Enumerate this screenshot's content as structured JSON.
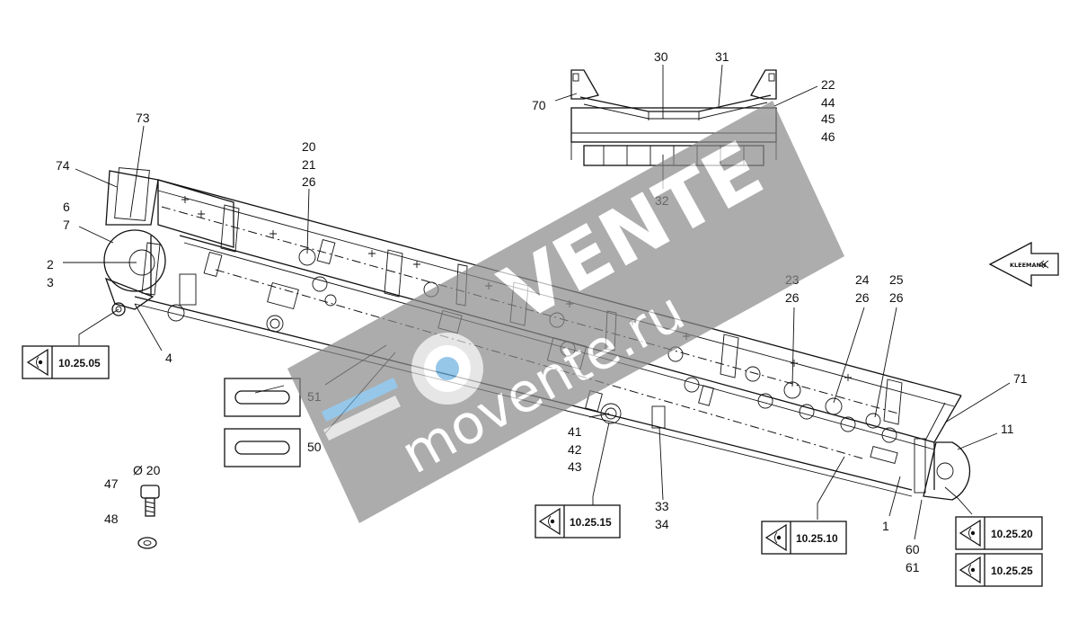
{
  "callouts": {
    "c73": "73",
    "c74": "74",
    "c6": "6",
    "c7": "7",
    "c2": "2",
    "c3": "3",
    "c4": "4",
    "c20": "20",
    "c21": "21",
    "c26a": "26",
    "c30": "30",
    "c31": "31",
    "c70": "70",
    "c22": "22",
    "c44": "44",
    "c45": "45",
    "c46": "46",
    "c32": "32",
    "c23": "23",
    "c26b": "26",
    "c24": "24",
    "c26c": "26",
    "c25": "25",
    "c26d": "26",
    "c71": "71",
    "c11": "11",
    "c1": "1",
    "c60": "60",
    "c61": "61",
    "c41": "41",
    "c42": "42",
    "c43": "43",
    "c33": "33",
    "c34": "34",
    "c51": "51",
    "c50": "50",
    "c47": "47",
    "c48": "48",
    "c_diam": "Ø 20"
  },
  "refs": {
    "r1": "10.25.05",
    "r2": "10.25.15",
    "r3": "10.25.10",
    "r4": "10.25.20",
    "r5": "10.25.25"
  },
  "watermark": {
    "main": "VENTE",
    "site": "movente.ru",
    "color": "#8a8a8a"
  },
  "direction_arrow": {
    "label": "KLEEMANN",
    "icon": "direction-arrow-icon"
  }
}
